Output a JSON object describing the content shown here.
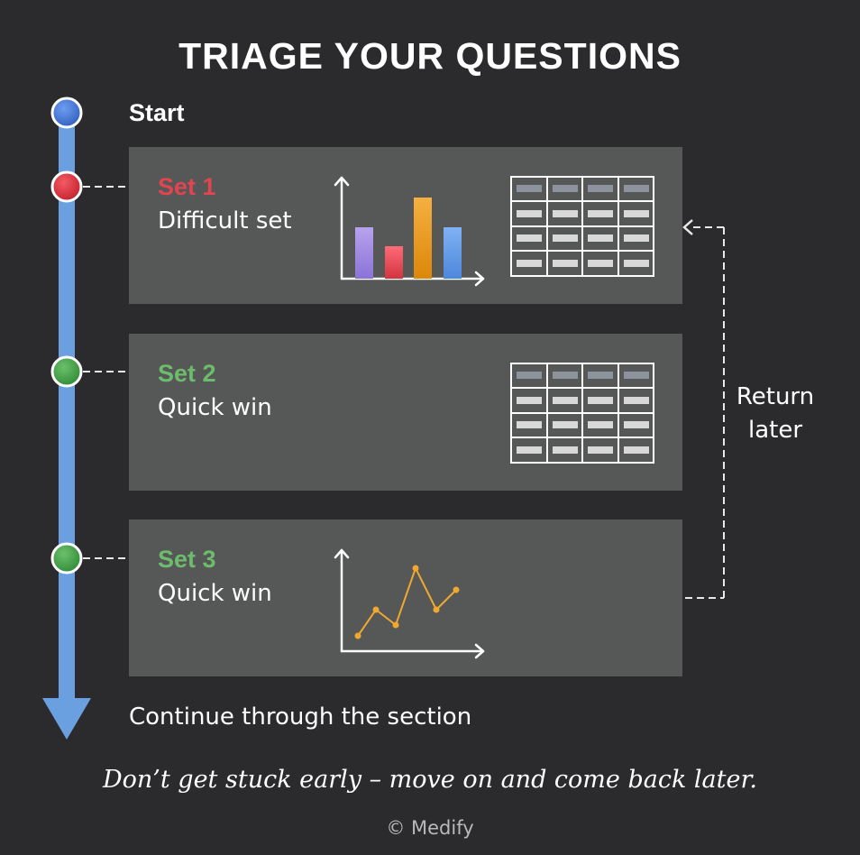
{
  "title": "TRIAGE YOUR QUESTIONS",
  "timeline": {
    "start_label": "Start",
    "end_label": "Continue through the section"
  },
  "sets": [
    {
      "name": "Set 1",
      "description": "Difficult set",
      "status_color": "#e04550"
    },
    {
      "name": "Set 2",
      "description": "Quick win",
      "status_color": "#5cae5c"
    },
    {
      "name": "Set 3",
      "description": "Quick win",
      "status_color": "#5cae5c"
    }
  ],
  "return_label": "Return later",
  "tagline": "Don’t get stuck early – move on and come back later.",
  "copyright": "© Medify",
  "colors": {
    "background": "#2b2b2d",
    "card": "#565757",
    "timeline": "#6a9fe0",
    "start_node": "#3f72c9",
    "difficult": "#e04550",
    "quick_win": "#6dbb6d",
    "line_chart": "#f0a830"
  },
  "icons": [
    "bar-chart-icon",
    "table-icon",
    "line-chart-icon",
    "down-arrow-icon"
  ]
}
